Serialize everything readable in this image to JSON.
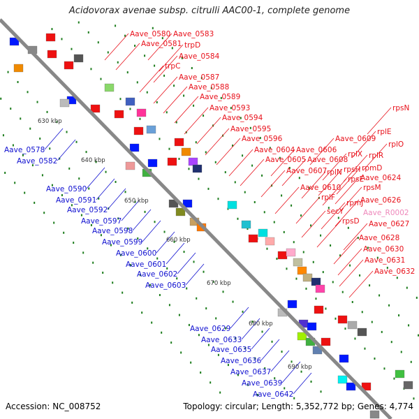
{
  "title": "Acidovorax avenae subsp. citrulli AAC00-1, complete genome",
  "footer": {
    "accession": "Accession: NC_008752",
    "summary": "Topology: circular; Length: 5,352,772 bp; Genes: 4,774"
  },
  "colors": {
    "forward_label": "#e8101a",
    "reverse_label": "#1010d0",
    "rna_label": "#ee88bb",
    "backbone": "#888888",
    "tick": "#1d7d1d"
  },
  "kbp_marks": [
    "630 kbp",
    "640 kbp",
    "650 kbp",
    "660 kbp",
    "670 kbp",
    "680 kbp",
    "690 kbp"
  ],
  "labels_forward": [
    "Aave_0580",
    "Aave_0583",
    "Aave_0581",
    "trpD",
    "Aave_0584",
    "trpC",
    "Aave_0587",
    "Aave_0588",
    "Aave_0589",
    "Aave_0593",
    "Aave_0594",
    "Aave_0595",
    "Aave_0596",
    "Aave_0604",
    "Aave_0606",
    "Aave_0605",
    "Aave_0608",
    "Aave_0607",
    "Aave_0609",
    "rpsN",
    "rplE",
    "rplX",
    "rplO",
    "rplR",
    "rpsH",
    "rpmD",
    "rplN",
    "rpsE",
    "Aave_0624",
    "Aave_0610",
    "rpsM",
    "rplF",
    "Aave_0626",
    "secY",
    "rpmJ",
    "rpsD",
    "Aave_0627",
    "Aave_0628",
    "Aave_0630",
    "Aave_0631",
    "Aave_0632"
  ],
  "labels_rna": [
    "Aave_R0002"
  ],
  "labels_reverse": [
    "Aave_0578",
    "Aave_0582",
    "Aave_0590",
    "Aave_0591",
    "Aave_0592",
    "Aave_0597",
    "Aave_0598",
    "Aave_0599",
    "Aave_0600",
    "Aave_0601",
    "Aave_0602",
    "Aave_0603",
    "Aave_0629",
    "Aave_0633",
    "Aave_0635",
    "Aave_0636",
    "Aave_0637",
    "Aave_0639",
    "Aave_0642"
  ]
}
